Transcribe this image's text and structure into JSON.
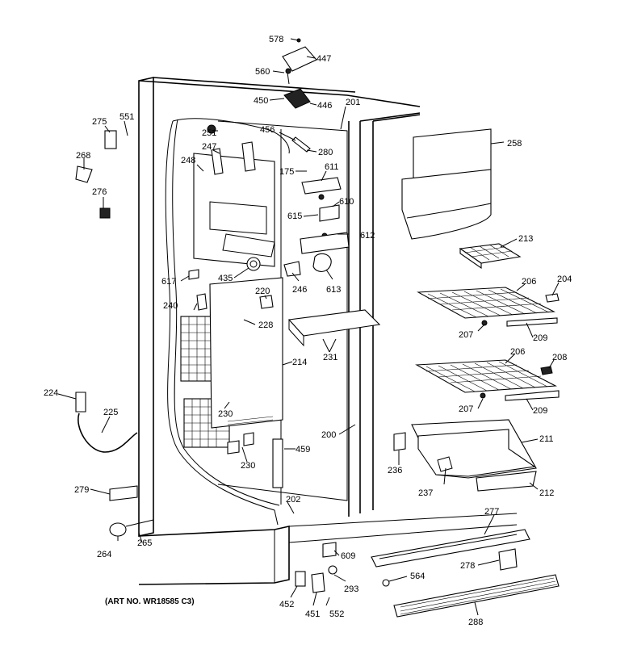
{
  "art_no": "(ART NO. WR18585 C3)",
  "callouts": {
    "578": "578",
    "447": "447",
    "560": "560",
    "450": "450",
    "446": "446",
    "201": "201",
    "275": "275",
    "551": "551",
    "251": "251",
    "456": "456",
    "280": "280",
    "247": "247",
    "258": "258",
    "268": "268",
    "248": "248",
    "175": "175",
    "611": "611",
    "276": "276",
    "610": "610",
    "615": "615",
    "612": "612",
    "213": "213",
    "435": "435",
    "617": "617",
    "246": "246",
    "613": "613",
    "220": "220",
    "206a": "206",
    "204": "204",
    "240": "240",
    "228": "228",
    "207a": "207",
    "209a": "209",
    "231": "231",
    "206b": "206",
    "208": "208",
    "214": "214",
    "224": "224",
    "207b": "207",
    "209b": "209",
    "225": "225",
    "230a": "230",
    "200": "200",
    "211": "211",
    "230b": "230",
    "459": "459",
    "236": "236",
    "237": "237",
    "212": "212",
    "279": "279",
    "202": "202",
    "277": "277",
    "264": "264",
    "265": "265",
    "609": "609",
    "278": "278",
    "564": "564",
    "293": "293",
    "452": "452",
    "451": "451",
    "552": "552",
    "288": "288"
  }
}
